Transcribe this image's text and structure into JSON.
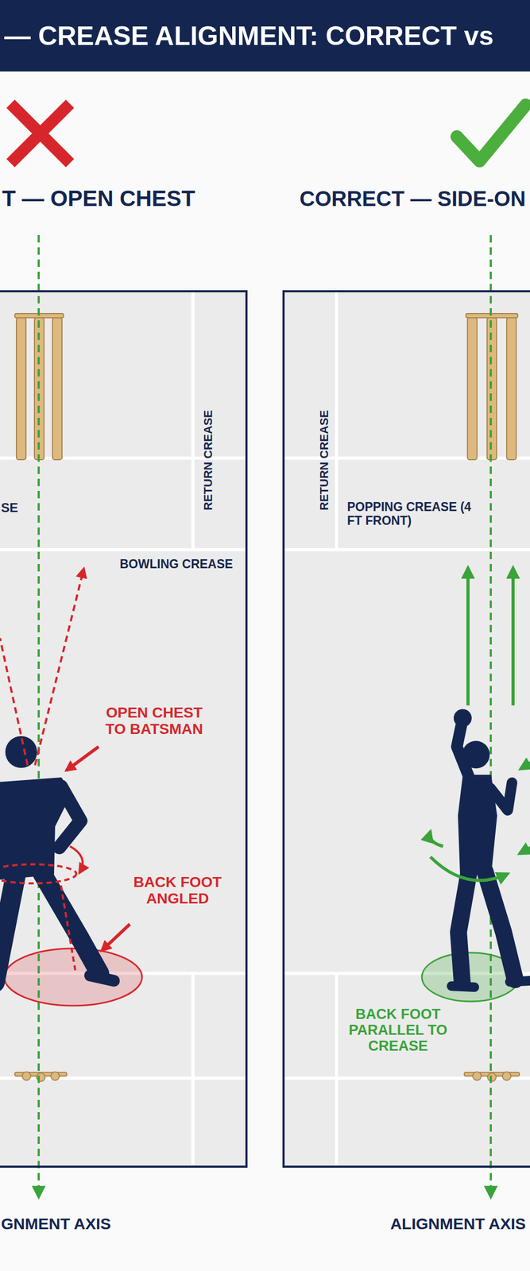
{
  "diagram": {
    "title": "— CREASE ALIGNMENT: CORRECT vs",
    "nodes": [
      {
        "text": [
          "T — OPEN CHEST"
        ]
      },
      {
        "text": [
          "CORRECT — SIDE-ON"
        ]
      }
    ],
    "labels": [
      "SE",
      "RETURN CREASE",
      "BOWLING CREASE",
      "OPEN CHEST TO BATSMAN",
      "BACK FOOT ANGLED",
      "GNMENT AXIS",
      "RETURN CREASE",
      "POPPING CREASE (4 FT FRONT)",
      "BACK FOOT PARALLEL TO CREASE",
      "ALIGNMENT AXIS"
    ]
  }
}
